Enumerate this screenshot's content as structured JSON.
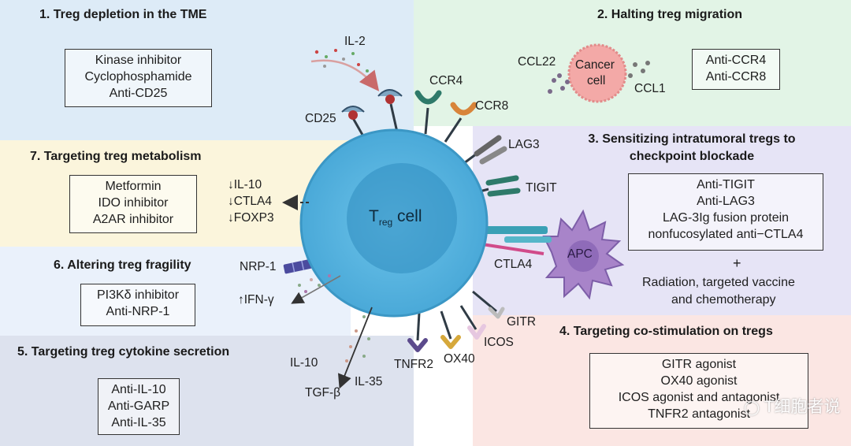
{
  "panels": {
    "p1": {
      "title": "1. Treg depletion in the TME",
      "items": [
        "Kinase inhibitor",
        "Cyclophosphamide",
        "Anti-CD25"
      ],
      "color": "#ddebf7"
    },
    "p2": {
      "title": "2. Halting treg migration",
      "items": [
        "Anti-CCR4",
        "Anti-CCR8"
      ],
      "color": "#e2f4e6"
    },
    "p3": {
      "title_line1": "3. Sensitizing intratumoral tregs to",
      "title_line2": "checkpoint blockade",
      "items": [
        "Anti-TIGIT",
        "Anti-LAG3",
        "LAG-3Ig fusion protein",
        "nonfucosylated anti−CTLA4"
      ],
      "plus": "+",
      "extra_line1": "Radiation, targeted vaccine",
      "extra_line2": "and chemotherapy",
      "color": "#e6e4f6"
    },
    "p4": {
      "title": "4. Targeting co-stimulation on tregs",
      "items": [
        "GITR agonist",
        "OX40 agonist",
        "ICOS agonist and antagonist",
        "TNFR2 antagonist"
      ],
      "color": "#fbe6e3"
    },
    "p5": {
      "title": "5. Targeting treg cytokine secretion",
      "items": [
        "Anti-IL-10",
        "Anti-GARP",
        "Anti-IL-35"
      ],
      "color": "#dde2ee"
    },
    "p6": {
      "title": "6. Altering treg fragility",
      "items": [
        "PI3Kδ inhibitor",
        "Anti-NRP-1"
      ],
      "color": "#eaf1fb"
    },
    "p7": {
      "title": "7. Targeting treg metabolism",
      "items": [
        "Metformin",
        "IDO inhibitor",
        "A2AR inhibitor"
      ],
      "color": "#fbf5dc"
    }
  },
  "cell": {
    "label_main": "T",
    "label_sub": "reg",
    "label_rest": " cell",
    "outer_color": "#5bb6e0",
    "inner_color": "#3a9ccc"
  },
  "labels": {
    "il2": "IL-2",
    "cd25": "CD25",
    "ccr4": "CCR4",
    "ccr8": "CCR8",
    "ccl22": "CCL22",
    "ccl1": "CCL1",
    "cancer_line1": "Cancer",
    "cancer_line2": "cell",
    "lag3": "LAG3",
    "tigit": "TIGIT",
    "apc": "APC",
    "ctla4": "CTLA4",
    "gitr": "GITR",
    "icos": "ICOS",
    "ox40": "OX40",
    "tnfr2": "TNFR2",
    "il10": "IL-10",
    "il35": "IL-35",
    "tgfb": "TGF-β",
    "nrp1": "NRP-1",
    "ifng": "↑IFN-γ",
    "met_il10": "↓IL-10",
    "met_ctla4": "↓CTLA4",
    "met_foxp3": "↓FOXP3"
  },
  "watermark": {
    "text": "T细胞者说"
  }
}
